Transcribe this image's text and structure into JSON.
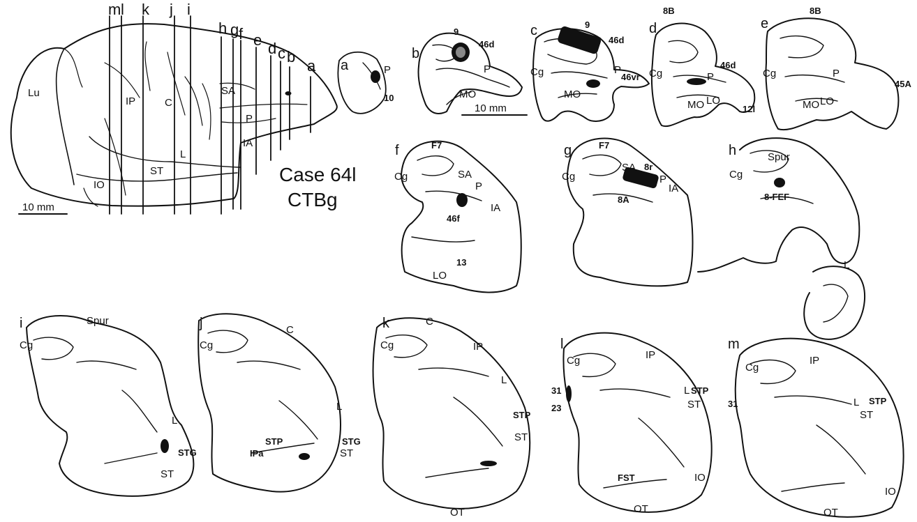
{
  "case": {
    "line1": "Case 64l",
    "line2": "CTBg"
  },
  "lateral_view": {
    "slice_labels": [
      "m",
      "l",
      "k",
      "j",
      "i",
      "h",
      "g",
      "f",
      "e",
      "d",
      "c",
      "b",
      "a"
    ],
    "sulci": {
      "lu": "Lu",
      "ip": "IP",
      "c": "C",
      "sa": "SA",
      "p": "P",
      "ia": "IA",
      "l": "L",
      "st": "ST",
      "io": "IO"
    },
    "scale": "10 mm"
  },
  "scale_sections": "10 mm",
  "panels": {
    "a": {
      "label": "a",
      "sulci": [
        "P"
      ],
      "areas": [
        "10"
      ]
    },
    "b": {
      "label": "b",
      "sulci": [
        "P",
        "MO"
      ],
      "areas": [
        "9",
        "46d"
      ]
    },
    "c": {
      "label": "c",
      "sulci": [
        "Cg",
        "P",
        "MO"
      ],
      "areas": [
        "9",
        "46d",
        "46vr"
      ]
    },
    "d": {
      "label": "d",
      "sulci": [
        "Cg",
        "P",
        "MO",
        "LO"
      ],
      "areas": [
        "8B",
        "46d",
        "12l"
      ]
    },
    "e": {
      "label": "e",
      "sulci": [
        "Cg",
        "P",
        "MO",
        "LO"
      ],
      "areas": [
        "8B",
        "45A"
      ]
    },
    "f": {
      "label": "f",
      "sulci": [
        "Cg",
        "SA",
        "P",
        "IA",
        "LO"
      ],
      "areas": [
        "F7",
        "46f",
        "13"
      ]
    },
    "g": {
      "label": "g",
      "sulci": [
        "Cg",
        "SA",
        "P",
        "IA"
      ],
      "areas": [
        "F7",
        "8r",
        "8A"
      ]
    },
    "h": {
      "label": "h",
      "sulci": [
        "Spur",
        "Cg",
        "L"
      ],
      "areas": [
        "8-FEF"
      ]
    },
    "i": {
      "label": "i",
      "sulci": [
        "Spur",
        "Cg",
        "L",
        "ST"
      ],
      "areas": [
        "STG"
      ]
    },
    "j": {
      "label": "j",
      "sulci": [
        "C",
        "Cg",
        "L",
        "ST"
      ],
      "areas": [
        "STP",
        "IPa",
        "STG"
      ]
    },
    "k": {
      "label": "k",
      "sulci": [
        "C",
        "Cg",
        "IP",
        "L",
        "ST",
        "OT"
      ],
      "areas": [
        "STP"
      ]
    },
    "l": {
      "label": "l",
      "sulci": [
        "Cg",
        "IP",
        "L",
        "ST",
        "IO",
        "OT"
      ],
      "areas": [
        "31",
        "23",
        "STP",
        "FST"
      ]
    },
    "m": {
      "label": "m",
      "sulci": [
        "Cg",
        "IP",
        "L",
        "ST",
        "IO",
        "OT"
      ],
      "areas": [
        "31",
        "STP"
      ]
    }
  }
}
